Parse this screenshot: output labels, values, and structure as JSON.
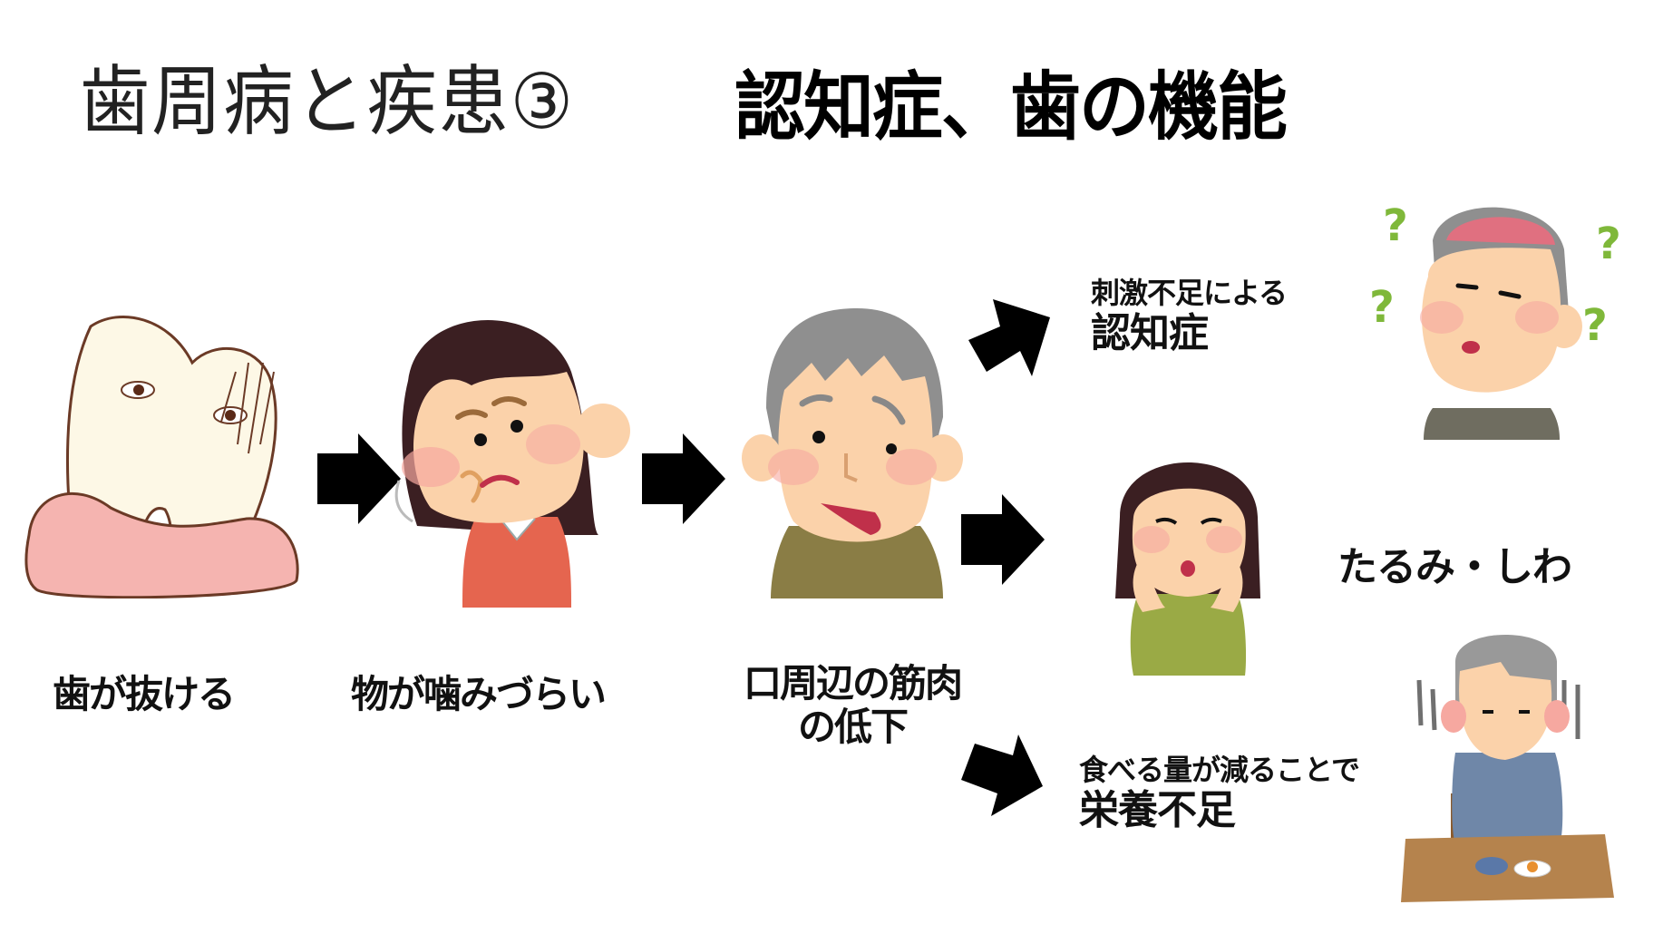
{
  "header": {
    "title_prefix": "歯周病と疾患③",
    "title_main": "認知症、歯の機能"
  },
  "flow": {
    "steps": [
      {
        "label": "歯が抜ける",
        "illustration": "tooth-icon"
      },
      {
        "label": "物が噛みづらい",
        "illustration": "girl-chewing-icon"
      },
      {
        "label_line1": "口周辺の筋肉",
        "label_line2": "の低下",
        "illustration": "elderly-man-drooping-mouth-icon"
      }
    ],
    "outcomes": [
      {
        "caption": "刺激不足による",
        "title": "認知症",
        "illustration": "confused-elderly-man-brain-icon"
      },
      {
        "title": "たるみ・しわ",
        "illustration": "woman-sagging-face-icon"
      },
      {
        "caption": "食べる量が減ることで",
        "title": "栄養不足",
        "illustration": "elderly-man-small-meal-icon"
      }
    ]
  },
  "colors": {
    "arrow": "#000000",
    "gum": "#f5b4b0",
    "tooth": "#fdf8e6",
    "outline": "#6b3a26",
    "skin": "#fbd2aa",
    "blush": "#f6a8a0",
    "question": "#7fb83a"
  }
}
